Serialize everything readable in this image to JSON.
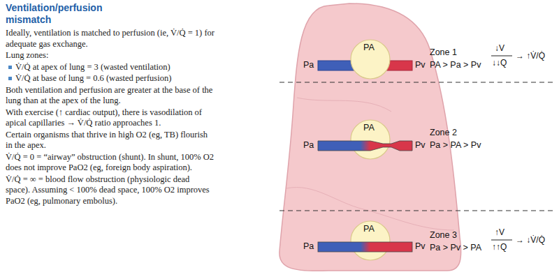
{
  "diagram": {
    "title": "Ventilation/perfusion mismatch",
    "labels": [
      "Ideally, ventilation is matched to perfusion (ie, V̇/Q̇ = 1) for adequate gas exchange.",
      "Lung zones:",
      "V̇/Q̇ at apex of lung = 3 (wasted ventilation)",
      "V̇/Q̇ at base of lung = 0.6 (wasted perfusion)",
      "Both ventilation and perfusion are greater at the base of the lung than at the apex of the lung.",
      "With exercise (↑ cardiac output), there is vasodilation of apical capillaries → V̇/Q̇ ratio approaches 1.",
      "Certain organisms that thrive in high O2 (eg, TB) flourish in the apex.",
      "V̇/Q̇ = 0 = “airway” obstruction (shunt). In shunt, 100% O2 does not improve PaO2 (eg, foreign body aspiration).",
      "V̇/Q̇ = ∞ = blood flow obstruction (physiologic dead space). Assuming < 100% dead space, 100% O2 improves PaO2 (eg, pulmonary embolus).",
      "Pa",
      "PA",
      "Pv",
      "Zone 1",
      "PA > Pa > Pv",
      "↓V",
      "↓↓Q",
      "→ ↑V̇/Q̇",
      "Pa",
      "PA",
      "Pv",
      "Zone 2",
      "Pa > PA > Pv",
      "Pa",
      "PA",
      "Pv",
      "Zone 3",
      "Pa > Pv > PA",
      "↑V",
      "↑↑Q",
      "→ ↓V̇/Q̇"
    ]
  }
}
